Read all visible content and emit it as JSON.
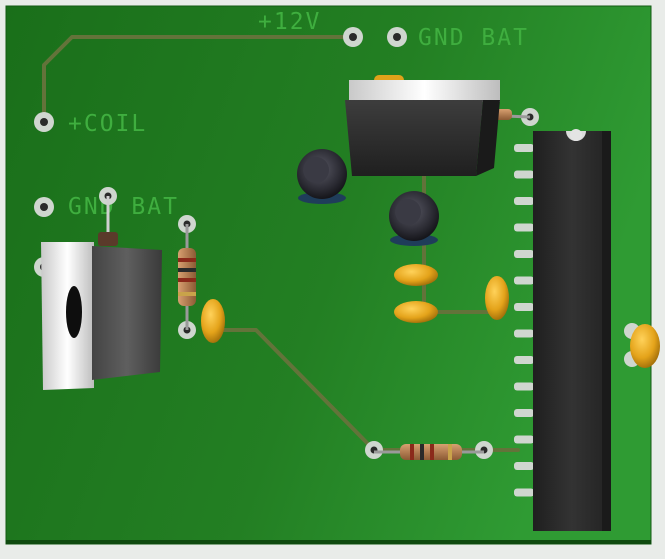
{
  "board": {
    "labels": {
      "power_12v": "+12V",
      "gnd_bat_top": "GND BAT",
      "coil": "+COIL",
      "gnd_bat_left": "GND BAT"
    },
    "colors": {
      "board_green": "#1e7a1e",
      "board_green_light": "#2c9a2c",
      "silkscreen": "#3fae3f",
      "trace": "#63733a",
      "pad": "#cfd6cf",
      "capacitor_orange": "#e0a21a",
      "ic_body": "#2a2a2a"
    },
    "icons": {
      "chip": "dip-ic-icon",
      "regulator": "to220-regulator-icon",
      "capacitor": "capacitor-icon",
      "resistor": "resistor-icon",
      "pad": "through-hole-pad-icon"
    }
  }
}
